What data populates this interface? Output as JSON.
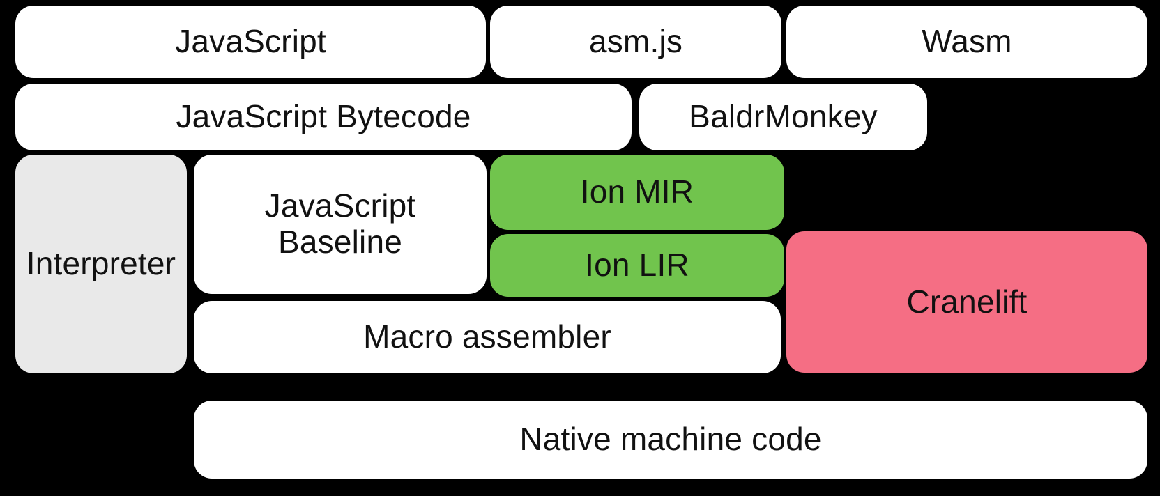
{
  "diagram": {
    "title": "SpiderMonkey execution pipeline",
    "background_color": "#000000",
    "palette": {
      "white": "#ffffff",
      "gray": "#e9e9e9",
      "green": "#71c44d",
      "pink": "#f56e84",
      "text": "#111111"
    },
    "layers": [
      {
        "name": "source-languages",
        "nodes": [
          {
            "id": "javascript",
            "label": "JavaScript",
            "color": "white"
          },
          {
            "id": "asmjs",
            "label": "asm.js",
            "color": "white"
          },
          {
            "id": "wasm",
            "label": "Wasm",
            "color": "white"
          }
        ]
      },
      {
        "name": "intermediate-representations",
        "nodes": [
          {
            "id": "jsbytecode",
            "label": "JavaScript Bytecode",
            "color": "white"
          },
          {
            "id": "baldrmonkey",
            "label": "BaldrMonkey",
            "color": "white"
          }
        ]
      },
      {
        "name": "execution-tiers",
        "nodes": [
          {
            "id": "interpreter",
            "label": "Interpreter",
            "color": "gray"
          },
          {
            "id": "jsbaseline",
            "label": "JavaScript\nBaseline",
            "color": "white"
          },
          {
            "id": "ionmir",
            "label": "Ion MIR",
            "color": "green"
          },
          {
            "id": "ionlir",
            "label": "Ion LIR",
            "color": "green"
          },
          {
            "id": "cranelift",
            "label": "Cranelift",
            "color": "pink"
          },
          {
            "id": "macroasm",
            "label": "Macro assembler",
            "color": "white"
          }
        ]
      },
      {
        "name": "output",
        "nodes": [
          {
            "id": "nativecode",
            "label": "Native machine code",
            "color": "white"
          }
        ]
      }
    ]
  },
  "nodes": {
    "javascript": "JavaScript",
    "asmjs": "asm.js",
    "wasm": "Wasm",
    "jsbytecode": "JavaScript Bytecode",
    "baldrmonkey": "BaldrMonkey",
    "interpreter": "Interpreter",
    "jsbaseline": "JavaScript\nBaseline",
    "ionmir": "Ion MIR",
    "ionlir": "Ion LIR",
    "cranelift": "Cranelift",
    "macroasm": "Macro assembler",
    "nativecode": "Native machine code"
  }
}
